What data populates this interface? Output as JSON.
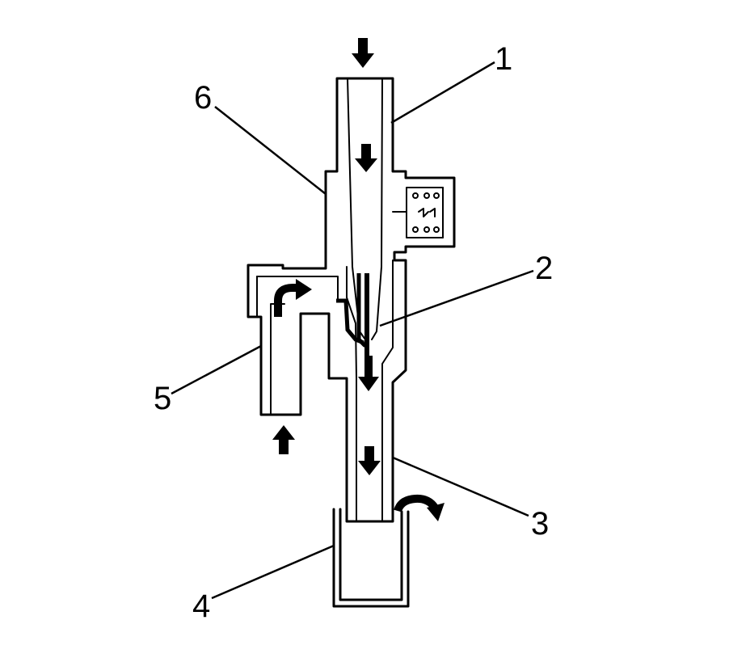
{
  "callouts": {
    "c1": "1",
    "c2": "2",
    "c3": "3",
    "c4": "4",
    "c5": "5",
    "c6": "6"
  },
  "colors": {
    "line": "#000000",
    "background": "#ffffff"
  },
  "icons": [
    "arrow-down-icon",
    "arrow-up-icon",
    "curved-arrow-icon"
  ]
}
